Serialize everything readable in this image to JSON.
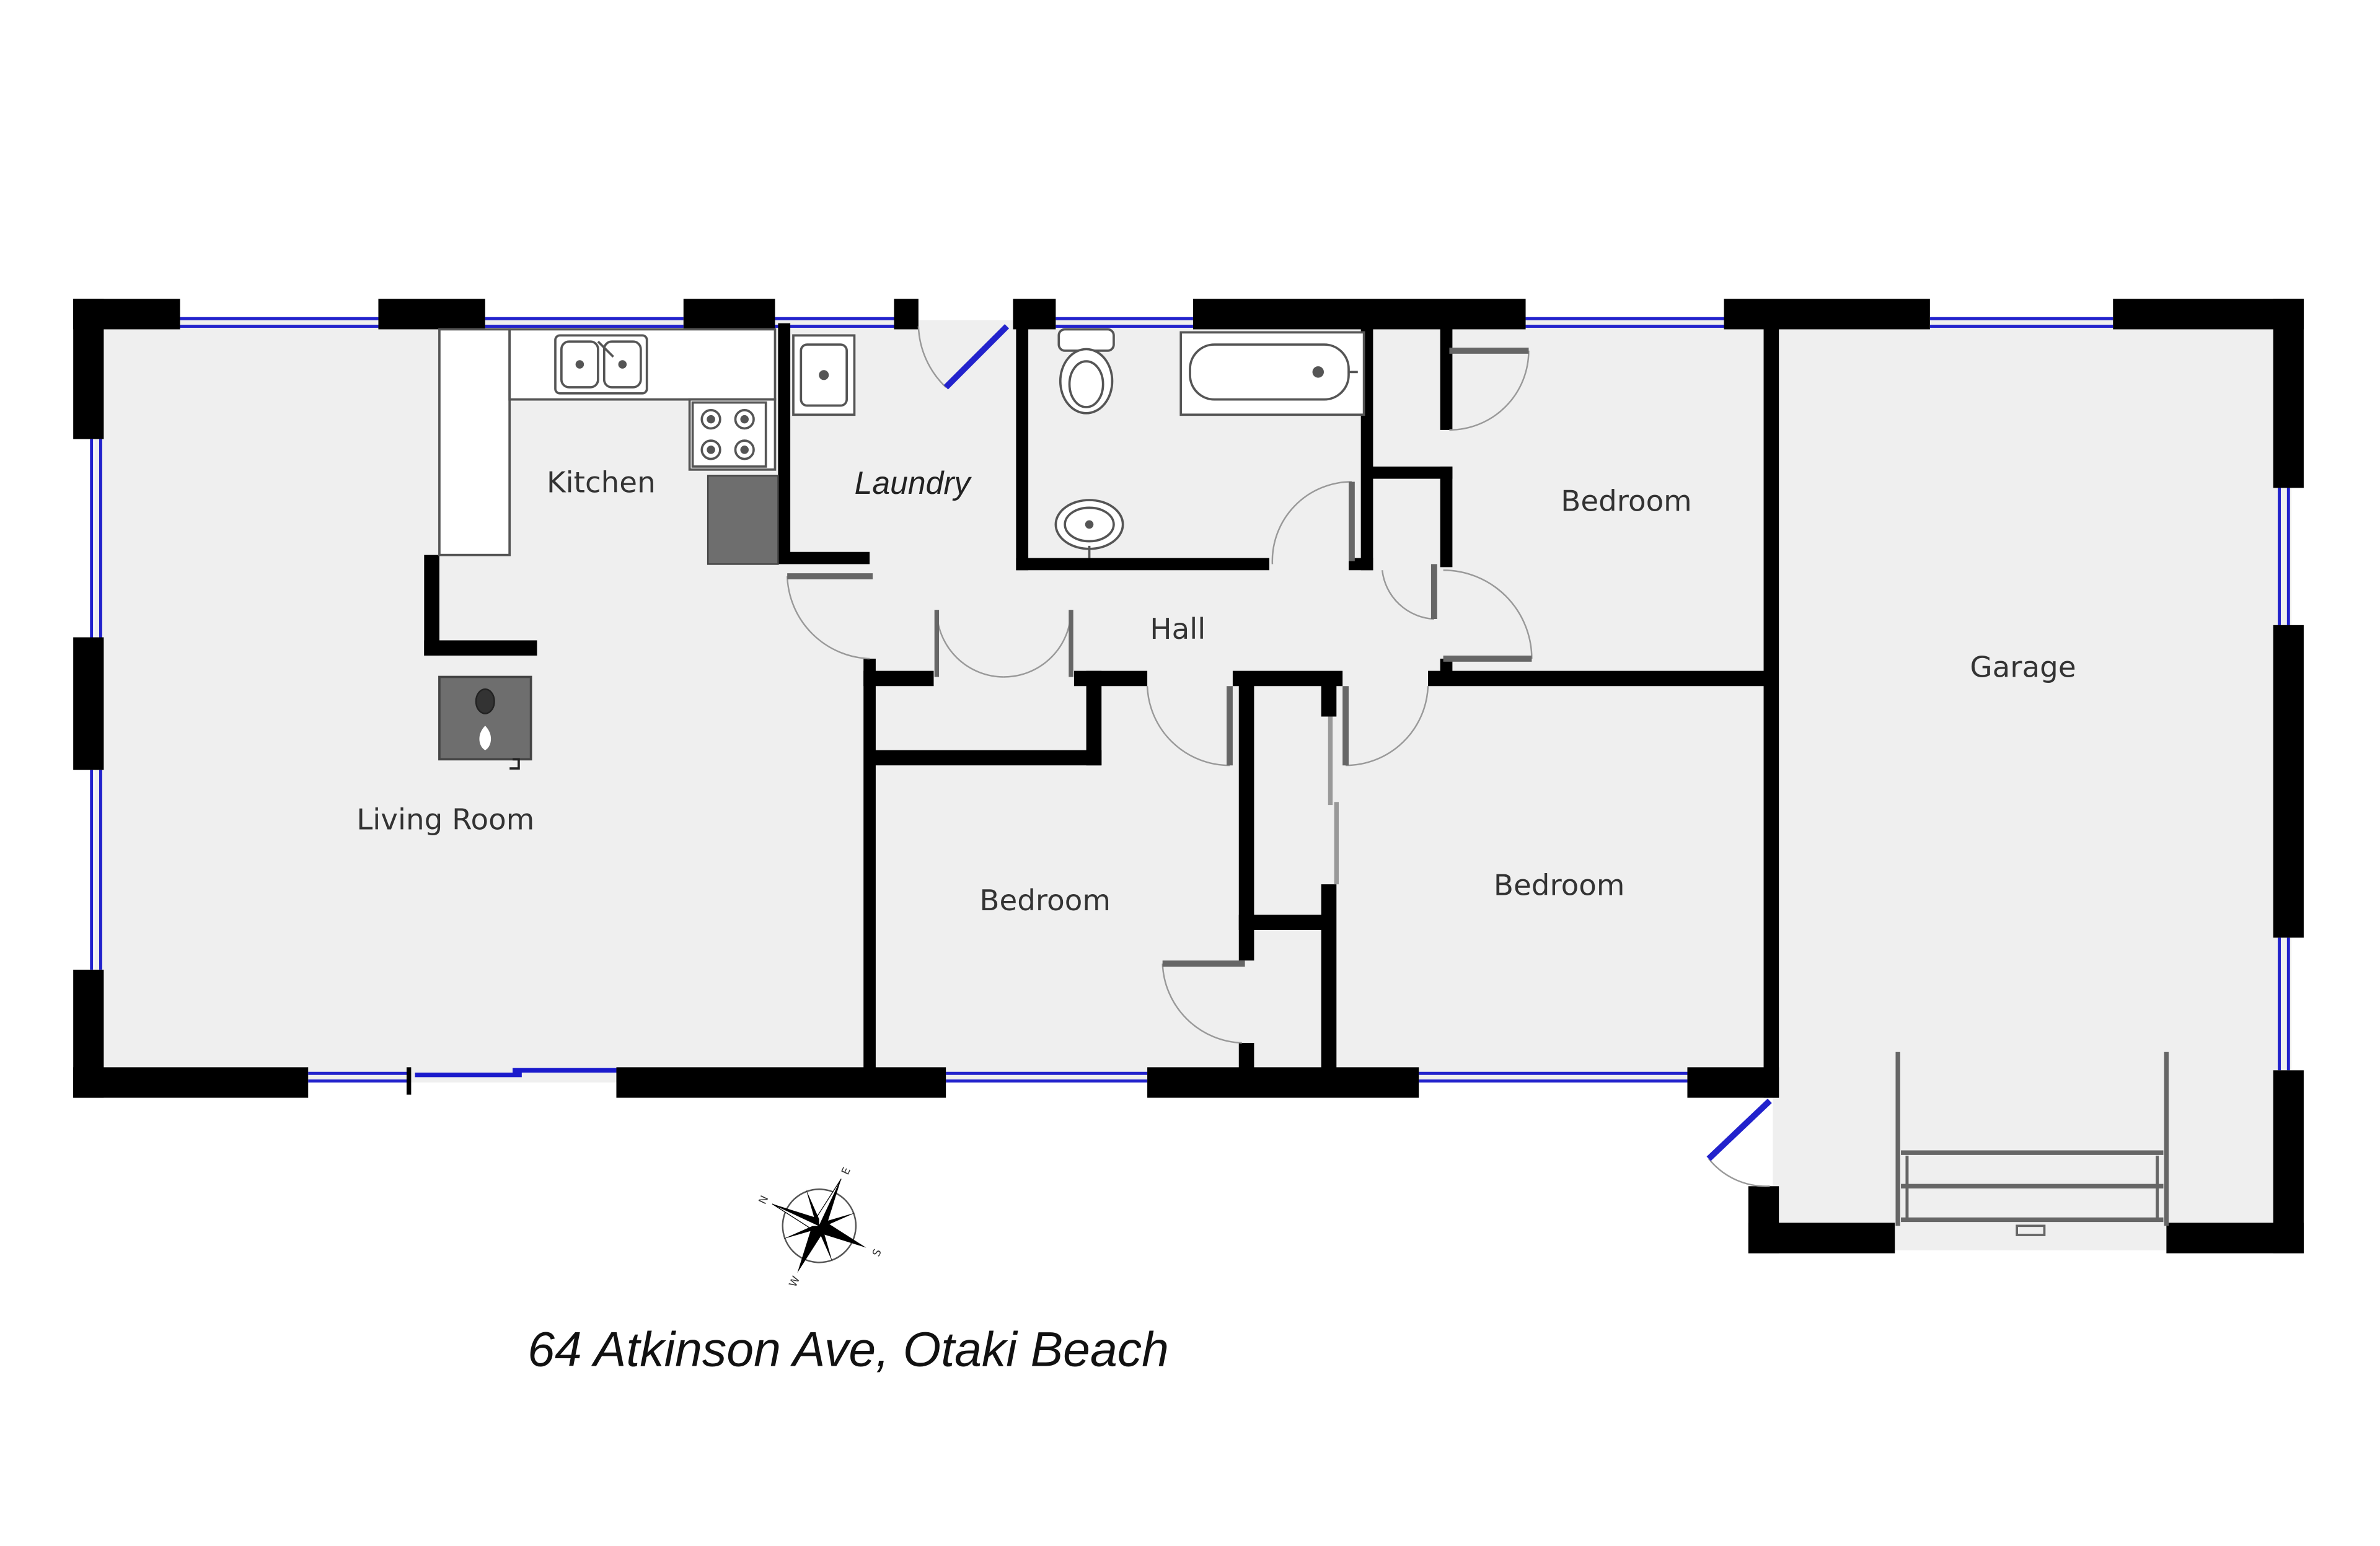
{
  "rooms": {
    "kitchen": "Kitchen",
    "laundry": "Laundry",
    "bedroom_1": "Bedroom",
    "living_room": "Living Room",
    "hall": "Hall",
    "garage": "Garage",
    "bedroom_2": "Bedroom",
    "bedroom_3": "Bedroom"
  },
  "address": "64 Atkinson Ave, Otaki Beach",
  "compass": {
    "n": "N",
    "e": "E",
    "s": "S",
    "w": "W"
  },
  "colors": {
    "wall": "#000000",
    "floor": "#efefef",
    "window": "#2222cc",
    "fixture_fill": "#ffffff",
    "fixture_stroke": "#555555",
    "dark_fixture": "#6e6e6e"
  }
}
